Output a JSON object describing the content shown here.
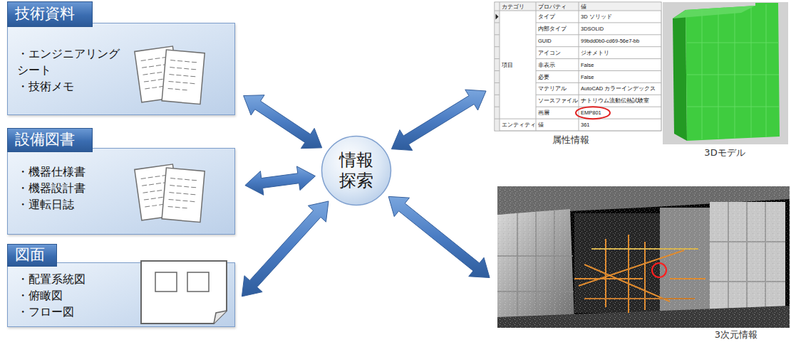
{
  "diagram": {
    "nodes": [
      {
        "text": [
          "技術資料",
          "・エンジニアリング シート",
          "・技術メモ"
        ]
      },
      {
        "text": [
          "設備図書",
          "・機器仕様書",
          "・機器設計書",
          "・運転日誌"
        ]
      },
      {
        "text": [
          "図面",
          "・配置系統図",
          "・俯瞰図",
          "・フロー図"
        ]
      },
      {
        "text": [
          "情報 探索"
        ]
      },
      {
        "text": [
          "属性情報"
        ]
      },
      {
        "text": [
          "3Dモデル"
        ]
      },
      {
        "text": [
          "3次元情報"
        ]
      }
    ],
    "edges": [
      {
        "from": 0,
        "to": 3,
        "arrow": "both"
      },
      {
        "from": 1,
        "to": 3,
        "arrow": "both"
      },
      {
        "from": 2,
        "to": 3,
        "arrow": "both"
      },
      {
        "from": 3,
        "to": 4,
        "arrow": "both"
      },
      {
        "from": 3,
        "to": 6,
        "arrow": "both"
      }
    ],
    "labels": [
      "カテゴリ",
      "プロパティ",
      "値",
      "タイプ",
      "3D ソリッド",
      "内部タイプ",
      "3DSOLID",
      "GUID",
      "99bdd0b0-cd69-56e7-bb",
      "アイコン",
      "ジオメトリ",
      "項目",
      "非表示",
      "False",
      "必要",
      "False",
      "マテリアル",
      "AutoCAD カラーインデックス",
      "ソースファイル",
      "ナトリウム流動伝熱試験室",
      "画層",
      "EMP801",
      "エンティティ",
      "値",
      "361"
    ]
  }
}
